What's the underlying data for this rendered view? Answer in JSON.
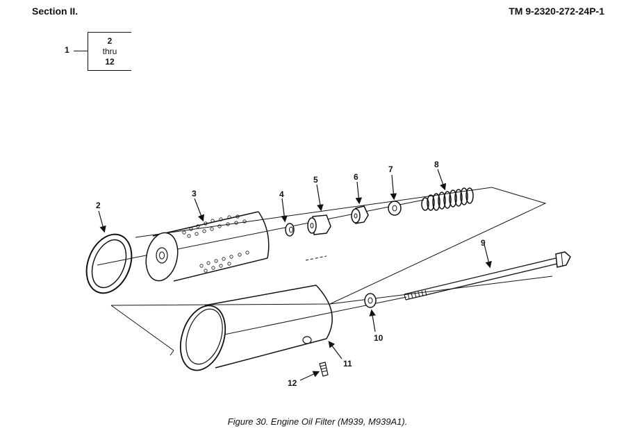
{
  "header": {
    "left": "Section II.",
    "right": "TM 9-2320-272-24P-1"
  },
  "key": {
    "lead": "1",
    "top": "2",
    "middle": "thru",
    "bottom": "12"
  },
  "callouts": [
    "2",
    "3",
    "4",
    "5",
    "6",
    "7",
    "8",
    "9",
    "10",
    "11",
    "12"
  ],
  "caption": "Figure 30.  Engine Oil Filter (M939, M939A1)."
}
